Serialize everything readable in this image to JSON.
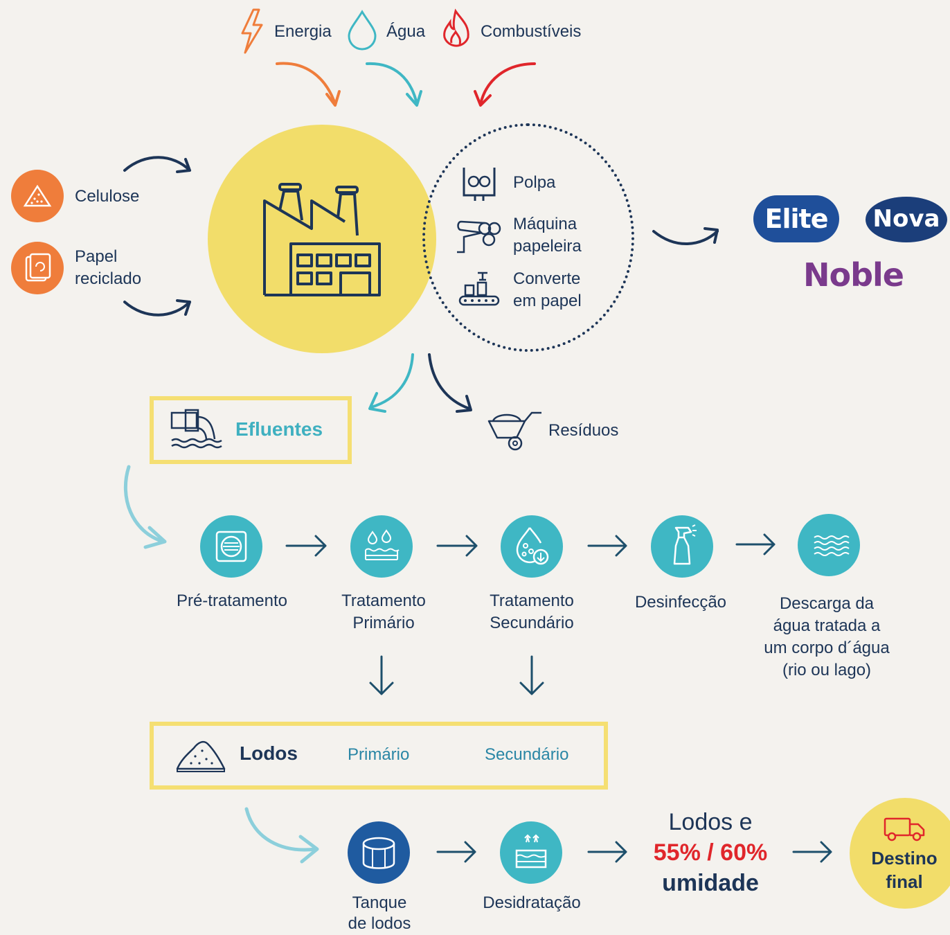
{
  "inputs_top": [
    {
      "label": "Energia",
      "icon": "lightning-icon",
      "color": "#ef7d3b"
    },
    {
      "label": "Água",
      "icon": "water-drop-icon",
      "color": "#3fb7c4"
    },
    {
      "label": "Combustíveis",
      "icon": "flame-icon",
      "color": "#e0262b"
    }
  ],
  "raw_materials": [
    {
      "label": "Celulose",
      "icon": "cellulose-icon"
    },
    {
      "label_line1": "Papel",
      "label_line2": "reciclado",
      "icon": "recycled-paper-icon"
    }
  ],
  "factory": {
    "icon": "factory-icon",
    "color": "#f2dd6a"
  },
  "process_steps": [
    {
      "label": "Polpa",
      "icon": "pulp-icon"
    },
    {
      "label_line1": "Máquina",
      "label_line2": "papeleira",
      "icon": "paper-machine-icon"
    },
    {
      "label_line1": "Converte",
      "label_line2": "em papel",
      "icon": "conveyor-icon"
    }
  ],
  "brands": [
    "Elite",
    "Nova",
    "Noble"
  ],
  "outputs": {
    "effluents": "Efluentes",
    "residues": "Resíduos"
  },
  "treatment": [
    {
      "line1": "Pré-tratamento",
      "line2": "",
      "icon": "filter-icon"
    },
    {
      "line1": "Tratamento",
      "line2": "Primário",
      "icon": "drops-icon"
    },
    {
      "line1": "Tratamento",
      "line2": "Secundário",
      "icon": "bacteria-drop-icon"
    },
    {
      "line1": "Desinfecção",
      "line2": "",
      "icon": "spray-bottle-icon"
    },
    {
      "line1": "Descarga da",
      "line2": "água tratada a",
      "line3": "um corpo d´água",
      "line4": "(rio ou lago)",
      "icon": "waves-icon"
    }
  ],
  "sludge": {
    "title": "Lodos",
    "primary": "Primário",
    "secondary": "Secundário"
  },
  "sludge_steps": [
    {
      "line1": "Tanque",
      "line2": "de lodos",
      "icon": "tank-icon"
    },
    {
      "line1": "Desidratação",
      "line2": "",
      "icon": "dehydration-icon"
    }
  ],
  "result": {
    "line1": "Lodos e",
    "line2": "55% / 60%",
    "line3": "umidade"
  },
  "final": {
    "line1": "Destino",
    "line2": "final",
    "icon": "truck-icon"
  },
  "colors": {
    "navy": "#1d3557",
    "teal": "#3fb7c4",
    "yellow": "#f2dd6a",
    "orange": "#ef7d3b",
    "red": "#e0262b"
  }
}
